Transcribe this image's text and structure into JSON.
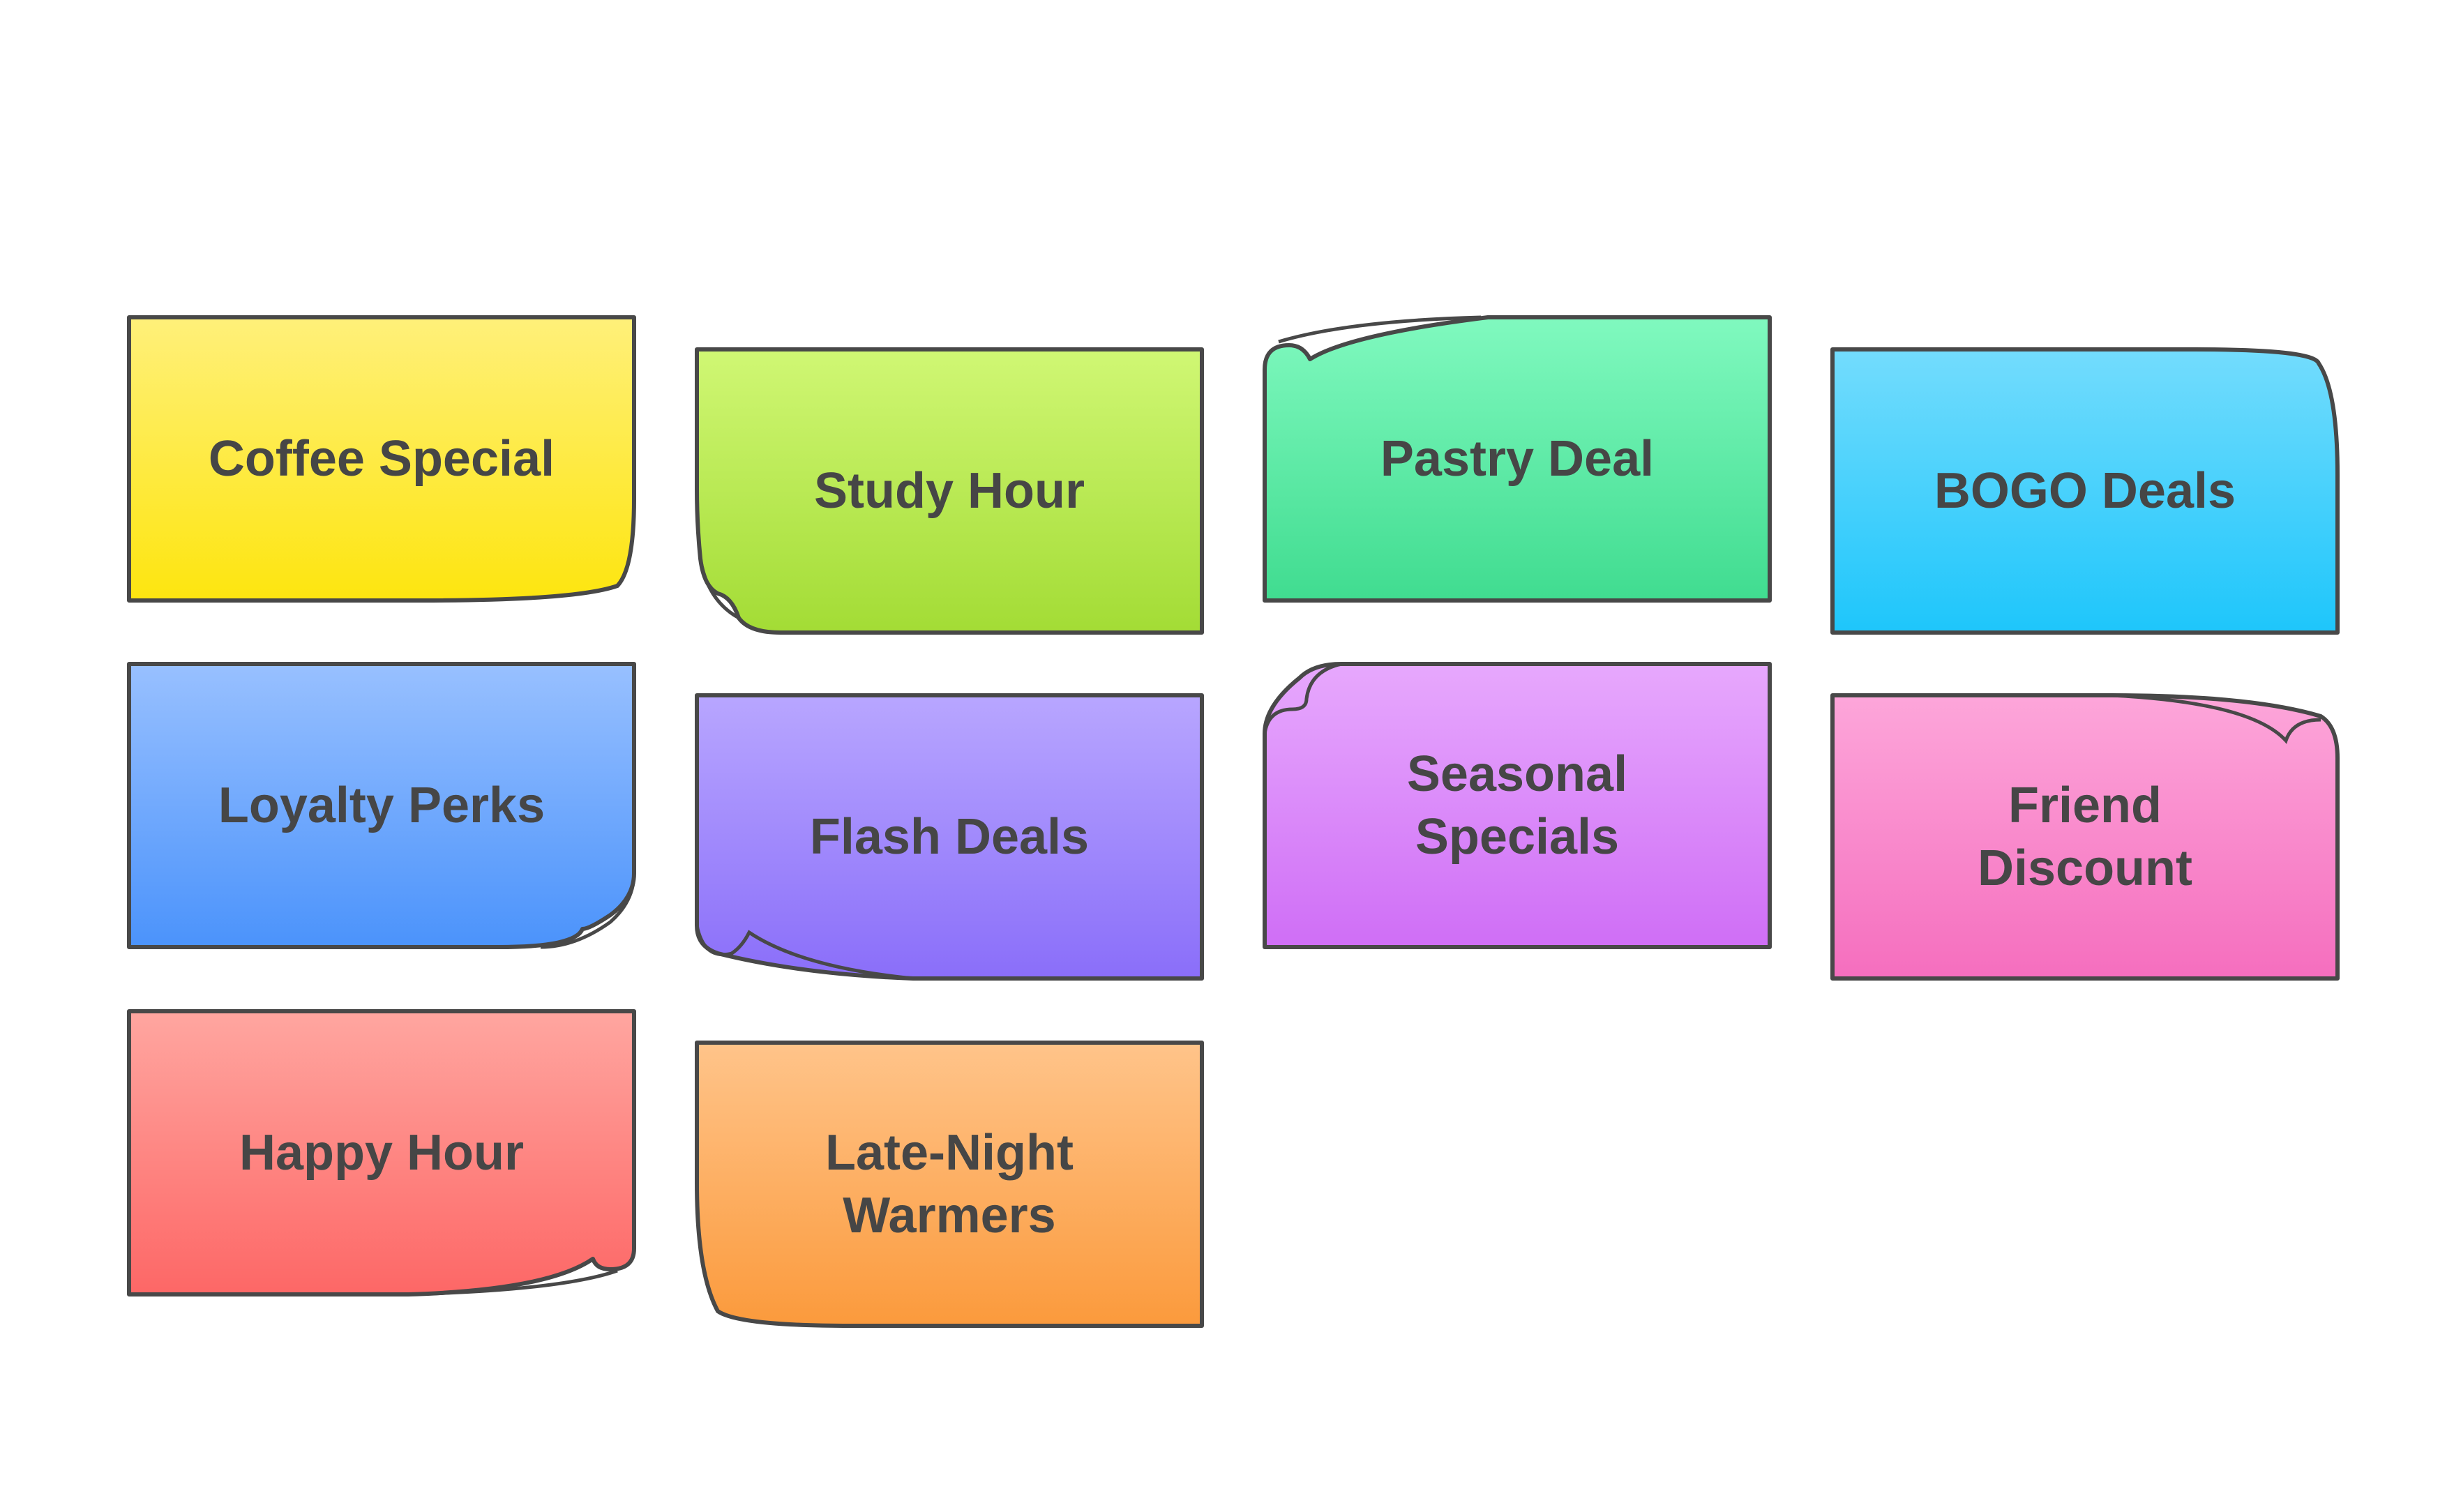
{
  "cards": [
    {
      "label": "Coffee Special",
      "top": "#fff07a",
      "bottom": "#fde50f",
      "curl": "bottom-right-a"
    },
    {
      "label": "Study Hour",
      "top": "#d0f774",
      "bottom": "#a3dc35",
      "curl": "bottom-left-a"
    },
    {
      "label": "Pastry Deal",
      "top": "#80f9bf",
      "bottom": "#40dc90",
      "curl": "top-left-a"
    },
    {
      "label": "BOGO Deals",
      "top": "#73dcfd",
      "bottom": "#1ec6fb",
      "curl": "top-right-a"
    },
    {
      "label": "Loyalty Perks",
      "top": "#98c0ff",
      "bottom": "#4b93fb",
      "curl": "bottom-right-b"
    },
    {
      "label": "Flash Deals",
      "top": "#b8a6ff",
      "bottom": "#8a6ef9",
      "curl": "bottom-left-b"
    },
    {
      "label": "Seasonal\nSpecials",
      "top": "#e7a8fd",
      "bottom": "#cf6ef6",
      "curl": "top-left-b"
    },
    {
      "label": "Friend\nDiscount",
      "top": "#fda6da",
      "bottom": "#f56ebe",
      "curl": "top-right-b"
    },
    {
      "label": "Happy Hour",
      "top": "#ffa6a0",
      "bottom": "#fd6766",
      "curl": "bottom-right-c"
    },
    {
      "label": "Late-Night\nWarmers",
      "top": "#ffc48a",
      "bottom": "#fb9a3c",
      "curl": "bottom-left-c"
    }
  ]
}
